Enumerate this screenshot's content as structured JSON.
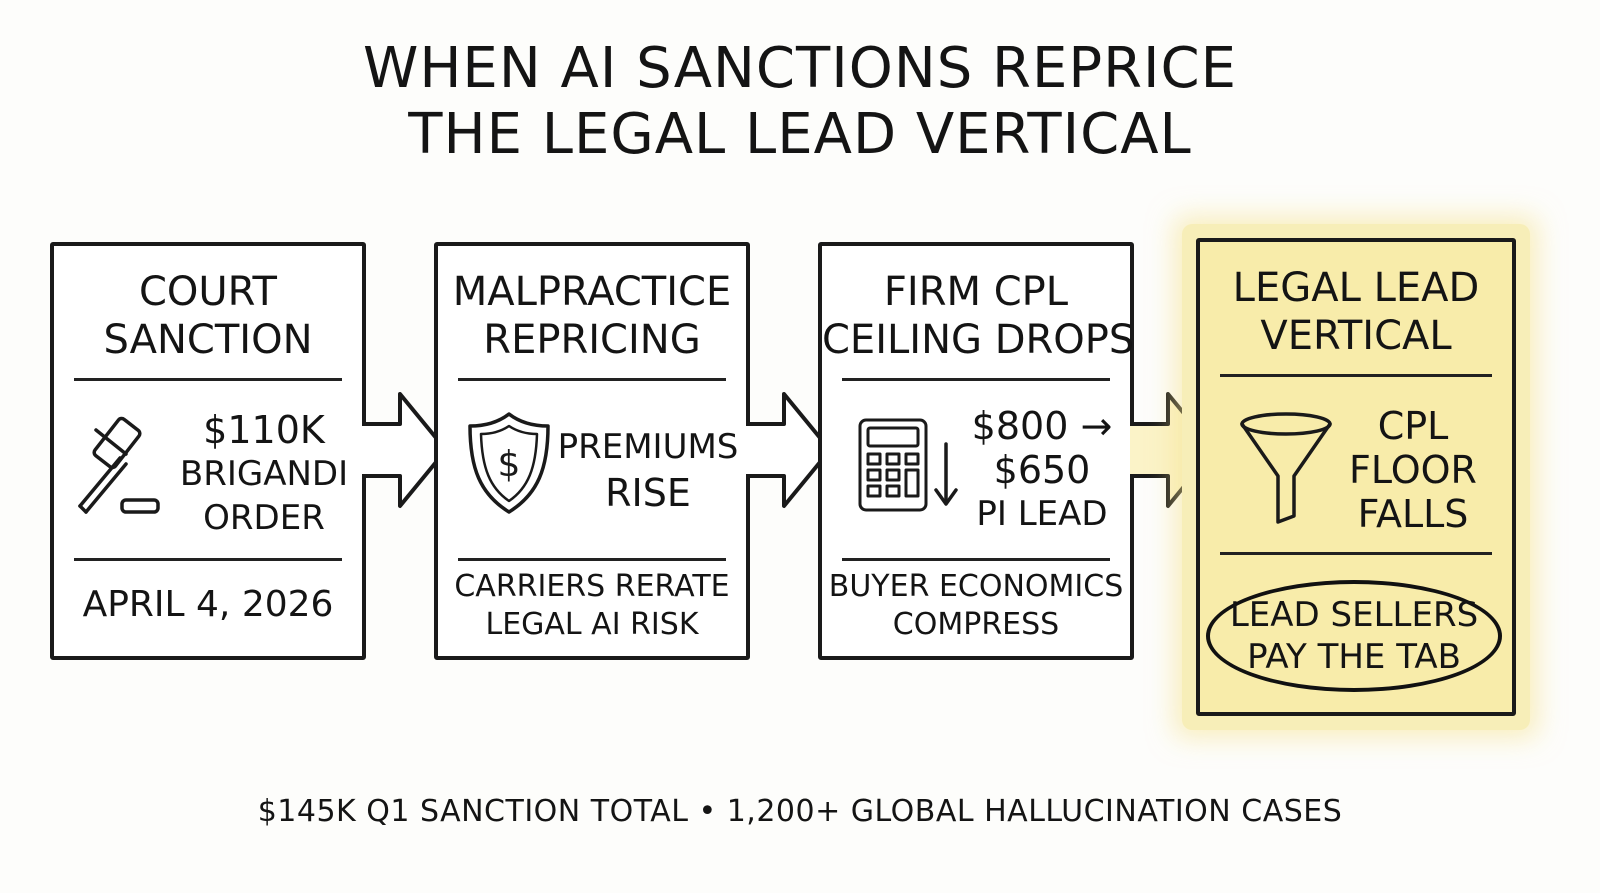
{
  "title": {
    "line1": "WHEN AI SANCTIONS REPRICE",
    "line2": "THE LEGAL LEAD VERTICAL"
  },
  "steps": [
    {
      "heading_line1": "COURT",
      "heading_line2": "SANCTION",
      "icon": "gavel-icon",
      "body_lines": [
        "$110K",
        "BRIGANDI",
        "ORDER"
      ],
      "footer_line1": "APRIL 4, 2026"
    },
    {
      "heading_line1": "MALPRACTICE",
      "heading_line2": "REPRICING",
      "icon": "shield-dollar-icon",
      "body_lines": [
        "PREMIUMS",
        "RISE"
      ],
      "footer_line1": "CARRIERS RERATE",
      "footer_line2": "LEGAL AI RISK"
    },
    {
      "heading_line1": "FIRM CPL",
      "heading_line2": "CEILING DROPS",
      "icon": "calculator-icon",
      "body_lines": [
        "$800 →",
        "$650",
        "PI LEAD"
      ],
      "footer_line1": "BUYER ECONOMICS",
      "footer_line2": "COMPRESS"
    },
    {
      "heading_line1": "LEGAL LEAD",
      "heading_line2": "VERTICAL",
      "icon": "funnel-icon",
      "body_lines": [
        "CPL",
        "FLOOR",
        "FALLS"
      ],
      "footer_line1": "LEAD SELLERS",
      "footer_line2": "PAY THE TAB"
    }
  ],
  "footer_note": "$145K Q1 SANCTION TOTAL • 1,200+ GLOBAL HALLUCINATION CASES",
  "colors": {
    "ink": "#141414",
    "highlight": "#f8ecaa"
  }
}
